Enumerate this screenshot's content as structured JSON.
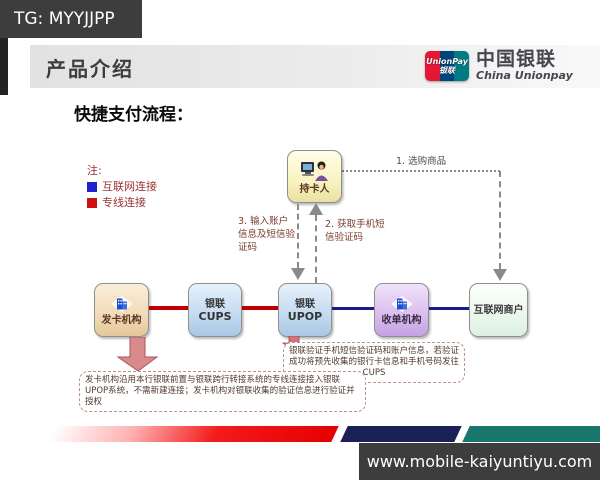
{
  "overlay": {
    "tg_badge": "TG: MYYJJPP",
    "watermark": "www.mobile-kaiyuntiyu.com"
  },
  "header": {
    "title": "产品介绍",
    "logo": {
      "card_line1": "UnionPay",
      "card_line2": "银联",
      "name_cn": "中国银联",
      "name_en": "China Unionpay",
      "stripe_colors": [
        "#e21836",
        "#00447c",
        "#007b84"
      ]
    }
  },
  "slide": {
    "title": "快捷支付流程："
  },
  "legend": {
    "heading": "注:",
    "items": [
      {
        "label": "互联网连接",
        "color": "#2323cd"
      },
      {
        "label": "专线连接",
        "color": "#cd1111"
      }
    ]
  },
  "diagram": {
    "nodes": {
      "cardholder": {
        "label": "持卡人"
      },
      "issuer": {
        "label": "发卡机构"
      },
      "cups": {
        "line1": "银联",
        "line2": "CUPS"
      },
      "upop": {
        "line1": "银联",
        "line2": "UPOP"
      },
      "acquirer": {
        "label": "收单机构"
      },
      "merchant": {
        "label": "互联网商户"
      }
    },
    "steps": {
      "step1": "1. 选购商品",
      "step2": "2. 获取手机短信验证码",
      "step3": "3. 输入账户信息及短信验证码"
    },
    "callouts": {
      "upop_note": "银联验证手机短信验证码和账户信息，若验证成功将预先收集的银行卡信息和手机号码发往CUPS",
      "issuer_note": "发卡机构沿用本行银联前置与银联跨行转接系统的专线连接接入银联UPOP系统，不需新建连接；发卡机构对银联收集的验证信息进行验证并授权"
    },
    "line_colors": {
      "internet": "#1a1a8c",
      "dedicated": "#c00000"
    }
  }
}
